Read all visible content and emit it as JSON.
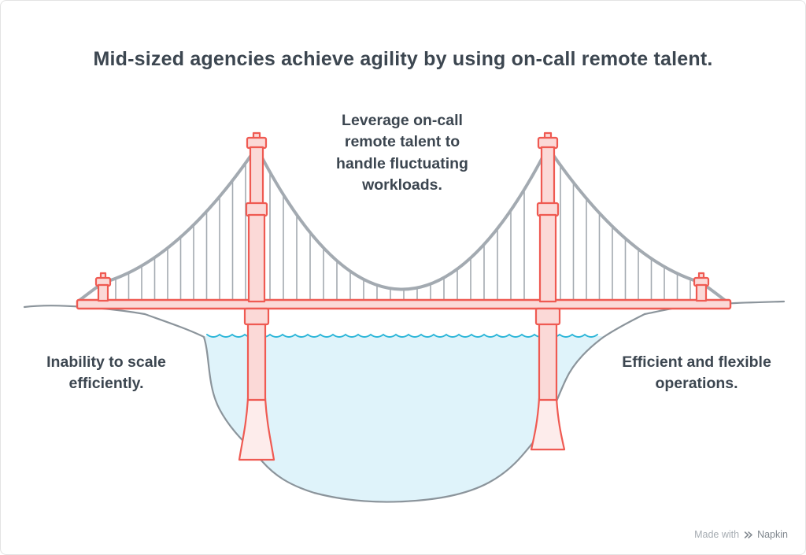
{
  "title": "Mid-sized agencies achieve agility by using on-call remote talent.",
  "bridge": {
    "center_label": "Leverage on-call remote talent to handle fluctuating workloads.",
    "left_label": "Inability to scale efficiently.",
    "right_label": "Efficient and flexible operations."
  },
  "watermark": {
    "prefix": "Made with",
    "brand": "Napkin"
  },
  "colors": {
    "accent_red": "#ef5a52",
    "pink_fill": "#fbd9d7",
    "pink_light": "#fdeceb",
    "cable_gray": "#a3aab1",
    "terrain_gray": "#8b949b",
    "water_fill": "#dff3fa",
    "water_line": "#2ab5d8",
    "text_dark": "#3c4650",
    "watermark_gray": "#a6acb2"
  }
}
